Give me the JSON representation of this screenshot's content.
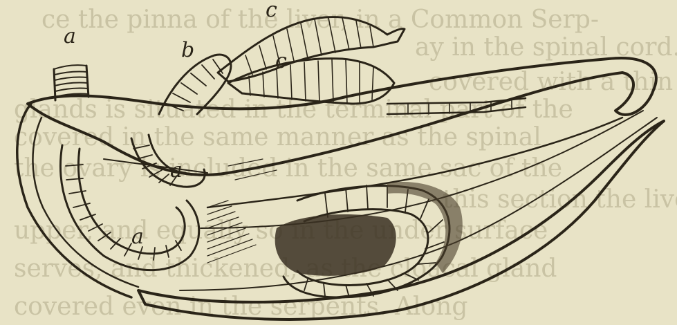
{
  "figure": {
    "labels": {
      "a_top": "a",
      "b": "b",
      "c_upper": "c",
      "c_lower": "c",
      "a_middle": "a",
      "a_lower": "a"
    },
    "background_text": [
      "ce the pinna of the liver, in a Common Serp-",
      "ay in the spinal cord. A section to shew",
      "covered with a thin film of reticular tissue",
      "glands is situated in the terminal part of the",
      "covered in the same manner as the spinal",
      "the ovary is included in the same sac of the",
      "this section the liver and the bladder",
      "upper, and equally so in the under surface",
      "serves, and thickened, as the cloacal gland",
      "covered even in the serpents. Along"
    ],
    "colors": {
      "paper": "#e8e3c6",
      "ink": "#2a2418",
      "bleed_text": "#c9c3a4"
    }
  }
}
